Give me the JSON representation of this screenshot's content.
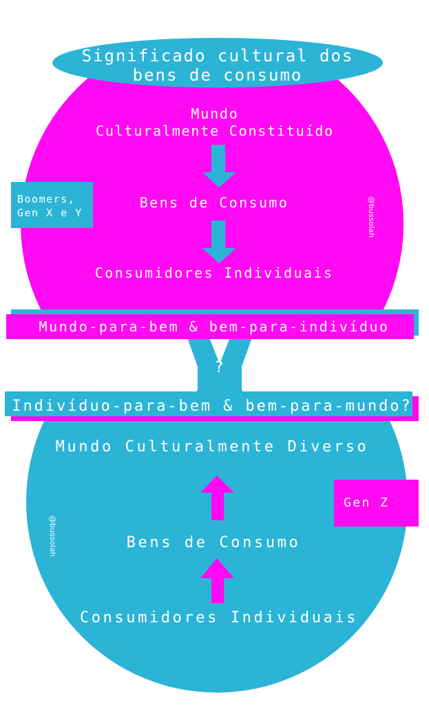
{
  "colors": {
    "magenta": "#FF0AF2",
    "cyan": "#2BB4D6",
    "text": "#FFFFFF"
  },
  "header": {
    "line1": "Significado cultural dos",
    "line2": "bens de consumo"
  },
  "top_world": {
    "title_line1": "Mundo",
    "title_line2": "Culturalmente Constituído",
    "middle": "Bens de Consumo",
    "bottom": "Consumidores Individuais",
    "tag_line1": "Boomers,",
    "tag_line2": "Gen X e Y",
    "watermark": "@bussolah",
    "arrow_direction": "down"
  },
  "flow_top": "Mundo-para-bem & bem-para-indivíduo",
  "question": "?",
  "flow_bottom": "Indivíduo-para-bem & bem-para-mundo?",
  "bottom_world": {
    "title": "Mundo Culturalmente Diverso",
    "middle": "Bens de Consumo",
    "bottom": "Consumidores Individuais",
    "tag": "Gen Z",
    "watermark": "@bussolah",
    "arrow_direction": "up"
  }
}
